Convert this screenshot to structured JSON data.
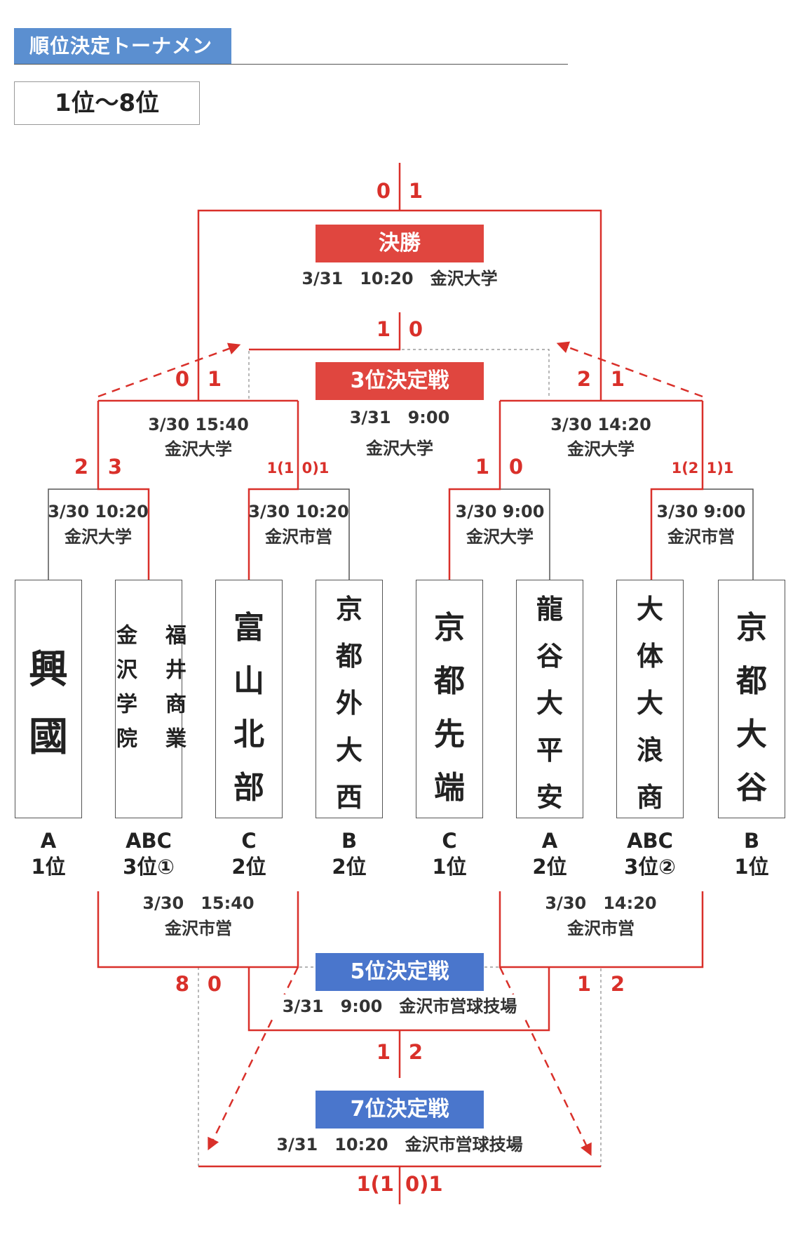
{
  "header": {
    "section_title": "順位決定トーナメント",
    "range_label": "1位～8位"
  },
  "matches": {
    "final": {
      "title": "決勝",
      "info": "3/31　10:20　金沢大学",
      "score_left": "0",
      "score_right": "1"
    },
    "third": {
      "title": "3位決定戦",
      "date": "3/31　9:00",
      "venue": "金沢大学",
      "score_left": "1",
      "score_right": "0"
    },
    "semi_left": {
      "date": "3/30 15:40",
      "venue": "金沢大学",
      "score_left": "0",
      "score_right": "1"
    },
    "semi_right": {
      "date": "3/30 14:20",
      "venue": "金沢大学",
      "score_left": "2",
      "score_right": "1"
    },
    "qf1": {
      "date": "3/30 10:20",
      "venue": "金沢大学",
      "score_left": "2",
      "score_right": "3"
    },
    "qf2": {
      "date": "3/30 10:20",
      "venue": "金沢市営",
      "score_left": "1(1",
      "score_right": "0)1"
    },
    "qf3": {
      "date": "3/30 9:00",
      "venue": "金沢大学",
      "score_left": "1",
      "score_right": "0"
    },
    "qf4": {
      "date": "3/30 9:00",
      "venue": "金沢市営",
      "score_left": "1(2",
      "score_right": "1)1"
    },
    "cons_left": {
      "date": "3/30　15:40",
      "venue": "金沢市営",
      "score_left": "8",
      "score_right": "0"
    },
    "cons_right": {
      "date": "3/30　14:20",
      "venue": "金沢市営",
      "score_left": "1",
      "score_right": "2"
    },
    "fifth": {
      "title": "5位決定戦",
      "info": "3/31　9:00　金沢市営球技場",
      "score_left": "1",
      "score_right": "2"
    },
    "seventh": {
      "title": "7位決定戦",
      "info": "3/31　10:20　金沢市営球技場",
      "score_left": "1(1",
      "score_right": "0)1"
    }
  },
  "teams": [
    {
      "name": [
        "興",
        "國"
      ],
      "group": "A",
      "rank": "1位"
    },
    {
      "name": [
        "金沢学院",
        "福井商業"
      ],
      "group": "ABC",
      "rank": "3位①"
    },
    {
      "name": [
        "富",
        "山",
        "北",
        "部"
      ],
      "group": "C",
      "rank": "2位"
    },
    {
      "name": [
        "京",
        "都",
        "外",
        "大",
        "西"
      ],
      "group": "B",
      "rank": "2位"
    },
    {
      "name": [
        "京",
        "都",
        "先",
        "端"
      ],
      "group": "C",
      "rank": "1位"
    },
    {
      "name": [
        "龍",
        "谷",
        "大",
        "平",
        "安"
      ],
      "group": "A",
      "rank": "2位"
    },
    {
      "name": [
        "大",
        "体",
        "大",
        "浪",
        "商"
      ],
      "group": "ABC",
      "rank": "3位②"
    },
    {
      "name": [
        "京",
        "都",
        "大",
        "谷"
      ],
      "group": "B",
      "rank": "1位"
    }
  ],
  "colors": {
    "winner_line": "#d9302a",
    "loser_line": "#555555",
    "badge_red": "#e0463f",
    "badge_blue": "#4a76cc",
    "header_blue": "#5b8fd0"
  }
}
